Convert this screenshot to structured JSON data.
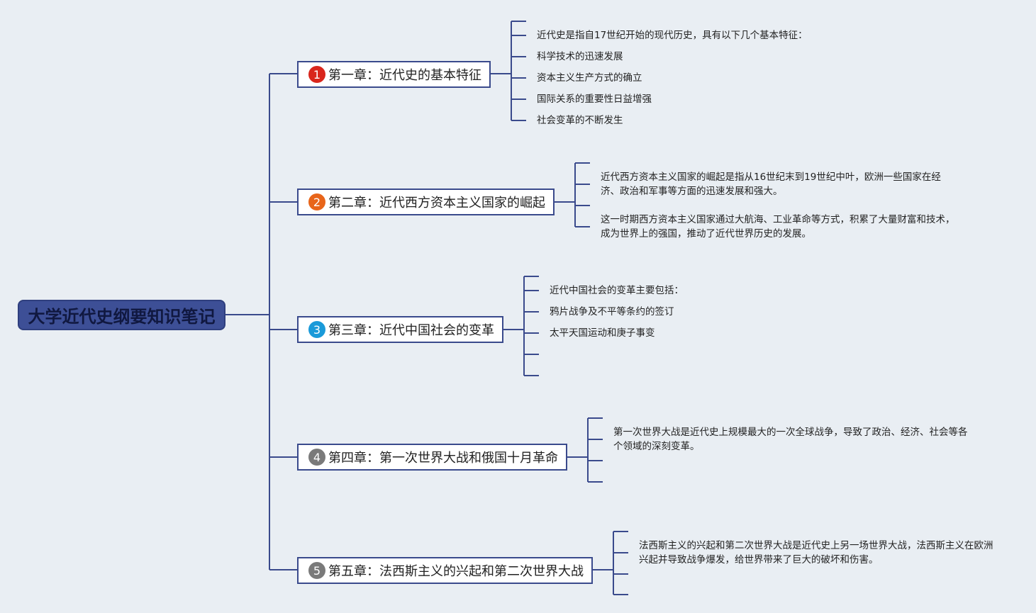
{
  "root": {
    "title": "大学近代史纲要知识笔记"
  },
  "chapters": [
    {
      "num": "1",
      "num_color": "#d9261c",
      "title": "第一章：近代史的基本特征",
      "notes": [
        "近代史是指自17世纪开始的现代历史，具有以下几个基本特征：",
        "科学技术的迅速发展",
        "资本主义生产方式的确立",
        "国际关系的重要性日益增强",
        "社会变革的不断发生"
      ]
    },
    {
      "num": "2",
      "num_color": "#e8651a",
      "title": "第二章：近代西方资本主义国家的崛起",
      "notes": [
        "近代西方资本主义国家的崛起是指从16世纪末到19世纪中叶，欧洲一些国家在经济、政治和军事等方面的迅速发展和强大。",
        "这一时期西方资本主义国家通过大航海、工业革命等方式，积累了大量财富和技术，成为世界上的强国，推动了近代世界历史的发展。"
      ]
    },
    {
      "num": "3",
      "num_color": "#1a9ad9",
      "title": "第三章：近代中国社会的变革",
      "notes": [
        "近代中国社会的变革主要包括：",
        "鸦片战争及不平等条约的签订",
        "太平天国运动和庚子事变"
      ]
    },
    {
      "num": "4",
      "num_color": "#7a7a7a",
      "title": "第四章：第一次世界大战和俄国十月革命",
      "notes": [
        "第一次世界大战是近代史上规模最大的一次全球战争，导致了政治、经济、社会等各个领域的深刻变革。"
      ]
    },
    {
      "num": "5",
      "num_color": "#7a7a7a",
      "title": "第五章：法西斯主义的兴起和第二次世界大战",
      "notes": [
        "法西斯主义的兴起和第二次世界大战是近代史上另一场世界大战，法西斯主义在欧洲兴起并导致战争爆发，给世界带来了巨大的破坏和伤害。"
      ]
    }
  ],
  "colors": {
    "line": "#3a4a8c",
    "root_fill": "#3d4f96",
    "background": "#e9eef3"
  }
}
